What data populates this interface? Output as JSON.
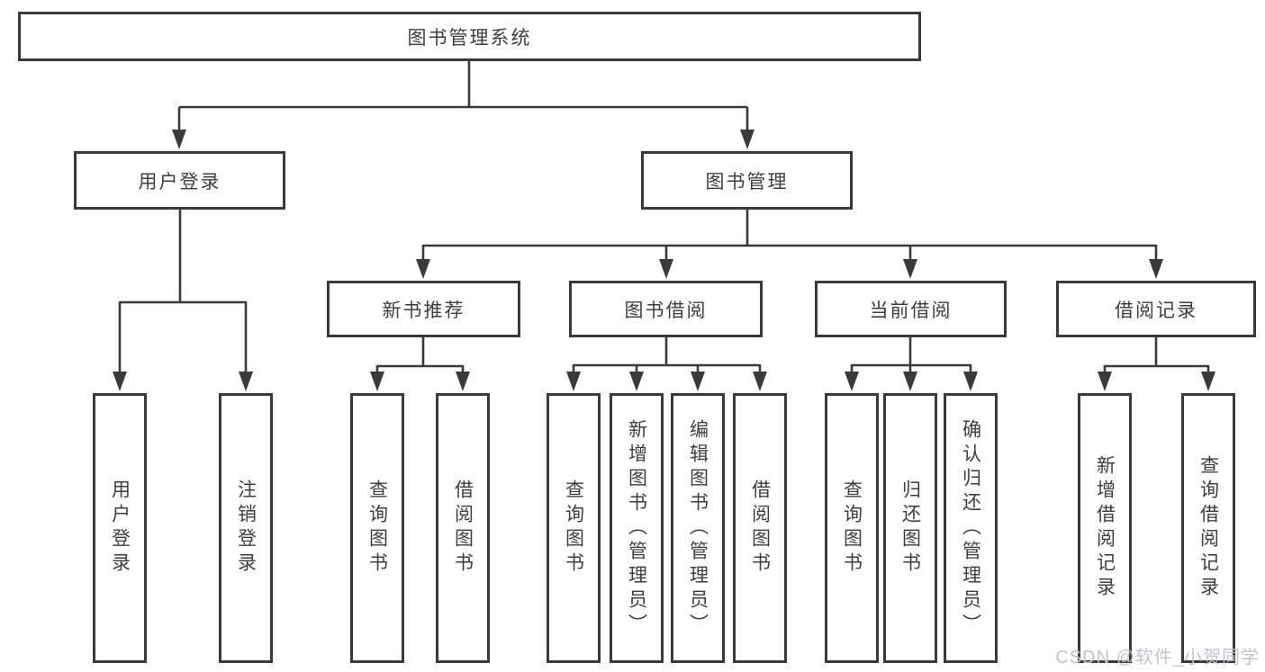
{
  "tree": {
    "root": {
      "label": "图书管理系统"
    },
    "branches": [
      {
        "label": "用户登录",
        "children": [
          {
            "label": "用户登录"
          },
          {
            "label": "注销登录"
          }
        ]
      },
      {
        "label": "图书管理",
        "children": [
          {
            "label": "新书推荐",
            "children": [
              {
                "label": "查询图书"
              },
              {
                "label": "借阅图书"
              }
            ]
          },
          {
            "label": "图书借阅",
            "children": [
              {
                "label": "查询图书"
              },
              {
                "label": "新增图书（管理员）"
              },
              {
                "label": "编辑图书（管理员）"
              },
              {
                "label": "借阅图书"
              }
            ]
          },
          {
            "label": "当前借阅",
            "children": [
              {
                "label": "查询图书"
              },
              {
                "label": "归还图书"
              },
              {
                "label": "确认归还（管理员）"
              }
            ]
          },
          {
            "label": "借阅记录",
            "children": [
              {
                "label": "新增借阅记录"
              },
              {
                "label": "查询借阅记录"
              }
            ]
          }
        ]
      }
    ]
  },
  "watermark": "CSDN @软件_小贺同学",
  "colors": {
    "line": "#3a3a3a",
    "text": "#3e3e3e",
    "background": "#ffffff",
    "watermark": "#c2c4c8"
  }
}
